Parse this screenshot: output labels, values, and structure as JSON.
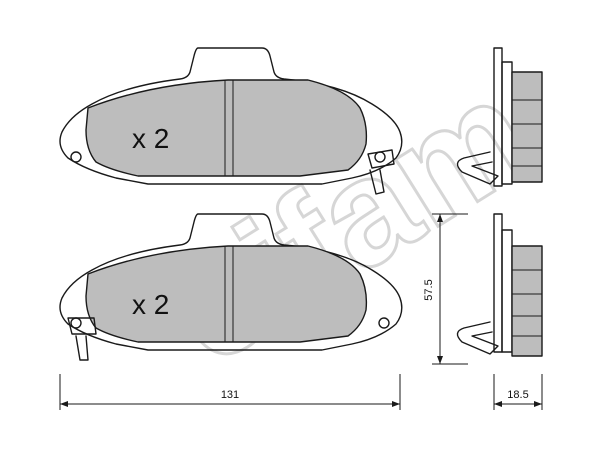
{
  "pads": [
    {
      "quantity_label": "x 2"
    },
    {
      "quantity_label": "x 2"
    }
  ],
  "dimensions": {
    "width": "131",
    "height": "57.5",
    "thickness": "18.5"
  },
  "watermark": {
    "text": "cifam",
    "color": "#d6d6d6"
  },
  "colors": {
    "pad_fill": "#bdbdbd",
    "line": "#1a1a1a"
  }
}
